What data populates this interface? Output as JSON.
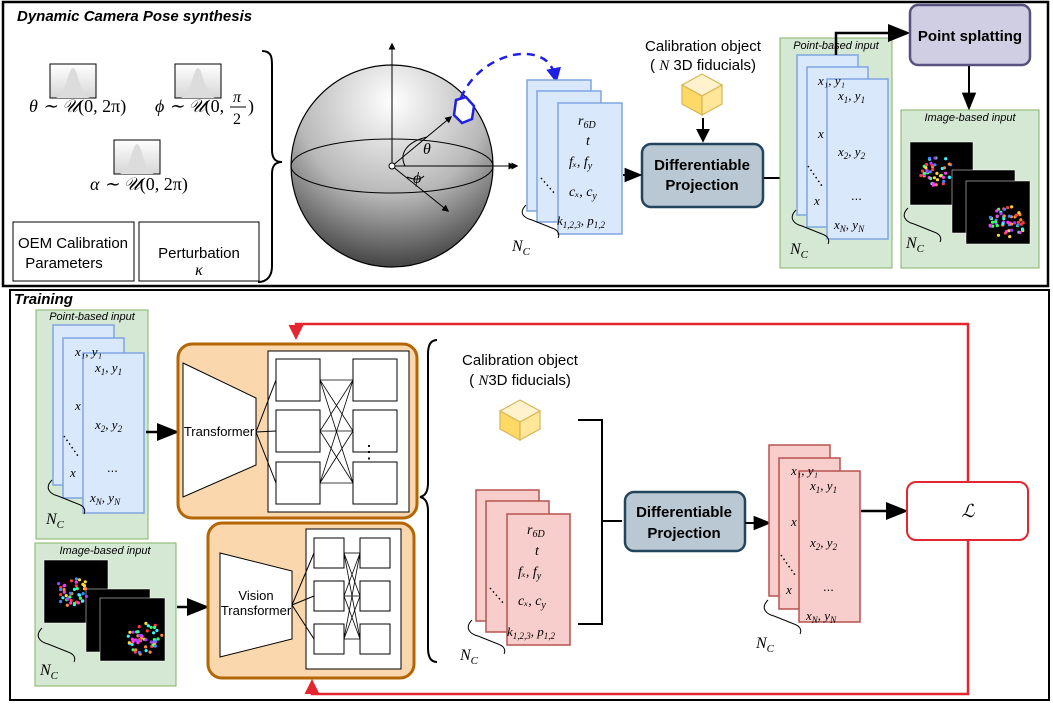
{
  "synthesis": {
    "title": "Dynamic Camera Pose synthesis",
    "theta_dist": {
      "lhs": "θ ∼ ",
      "dist": "𝒰",
      "args": "(0, 2π)"
    },
    "phi_dist": {
      "lhs": "ϕ ∼ ",
      "dist": "𝒰",
      "args_a": "(0,",
      "num": "π",
      "den": "2",
      "args_b": ")"
    },
    "alpha_dist": {
      "lhs": "α ∼ ",
      "dist": "𝒰",
      "args": "(0, 2π)"
    },
    "oem_label": [
      "OEM Calibration",
      "Parameters"
    ],
    "perturbation_label": "Perturbation",
    "kappa": "κ",
    "theta_symbol": "θ",
    "phi_symbol": "ϕ",
    "params": {
      "r6d": "r",
      "r6d_sub": "6D",
      "t": "t",
      "f": "fₓ, f",
      "f_sub": "y",
      "c": "cₓ, c",
      "c_sub": "y",
      "k": "k",
      "k_sub": "1,2,3",
      "p": ", p",
      "p_sub": "1,2"
    },
    "nc": {
      "n": "N",
      "sub": "C"
    },
    "calib_object": [
      "Calibration object",
      "3D fiducials)"
    ],
    "calib_n": "N",
    "diff_projection": [
      "Differentiable",
      "Projection"
    ],
    "point_based_title": "Point-based input",
    "points": {
      "p1": "x₁, y₁",
      "p2": "x₂, y₂",
      "dots": "...",
      "pn": "x_N, y_N",
      "pn_x": "x",
      "pn_sub": "N",
      "pn_mid": ", y",
      "pn_sub2": "N",
      "p1x": "x",
      "p1s": "1",
      "p1m": ", y",
      "p1s2": "1",
      "p2x": "x",
      "p2s": "2",
      "p2m": ", y",
      "p2s2": "2"
    },
    "point_splatting": "Point splatting",
    "image_based_title": "Image-based input"
  },
  "training": {
    "title": "Training",
    "point_based_title": "Point-based input",
    "image_based_title": "Image-based input",
    "transformer": "Transformer",
    "vision_transformer": [
      "Vision",
      "Transformer"
    ],
    "calib_object": [
      "Calibration object",
      "3D fiducials)"
    ],
    "calib_n": "N",
    "diff_projection": [
      "Differentiable",
      "Projection"
    ],
    "loss": "ℒ",
    "ellipsis": "⋮"
  },
  "colors": {
    "blue_card_fill": "#dae8fc",
    "blue_card_stroke": "#7ea6e0",
    "red_card_fill": "#f8cecc",
    "red_card_stroke": "#b85450",
    "green_panel": "#d5e8d4",
    "green_stroke": "#82b366",
    "orange_fill": "#fad7ac",
    "orange_stroke": "#b46504",
    "diff_proj_fill": "#bac8d3",
    "diff_proj_stroke": "#23445d",
    "splat_fill": "#d0cee2",
    "splat_stroke": "#56517e",
    "loss_stroke": "#e3262f",
    "feedback_arrow": "#e3262f",
    "dashed_arrow": "#1f1fe6",
    "cube": "#ffd966"
  }
}
